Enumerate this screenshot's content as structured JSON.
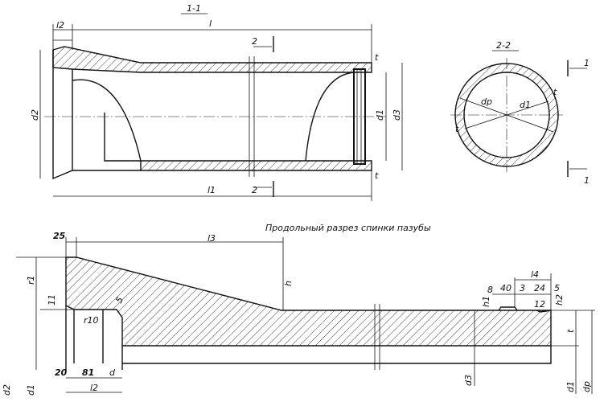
{
  "section_1": {
    "title": "1-1",
    "labels": {
      "l2": "l2",
      "l": "l",
      "cut_top": "2",
      "cut_bottom": "2",
      "d2": "d2",
      "d1": "d1",
      "d3": "d3",
      "t_top": "t",
      "t_bottom": "t",
      "l1": "l1"
    }
  },
  "section_2": {
    "title": "2-2",
    "labels": {
      "cut_top": "1",
      "cut_bottom": "1",
      "dp": "dp",
      "d1": "d1",
      "t_right": "t",
      "t_left": "t"
    }
  },
  "detail": {
    "caption": "Продольный разрез спинки пазубы",
    "labels": {
      "dim_25": "25",
      "l3": "l3",
      "r1": "r1",
      "h": "h",
      "dim_11": "11",
      "dim_5a": "5",
      "r10": "r10",
      "dim_20": "20",
      "dim_81": "81",
      "d": "d",
      "l2": "l2",
      "d2": "d2",
      "d1_left": "d1",
      "d3": "d3",
      "dim_8": "8",
      "dim_40": "40",
      "dim_3": "3",
      "dim_24": "24",
      "dim_5b": "5",
      "l4": "l4",
      "h1": "h1",
      "dim_12": "12",
      "h2": "h2",
      "t": "t",
      "d1_right": "d1",
      "dp": "dp"
    }
  }
}
